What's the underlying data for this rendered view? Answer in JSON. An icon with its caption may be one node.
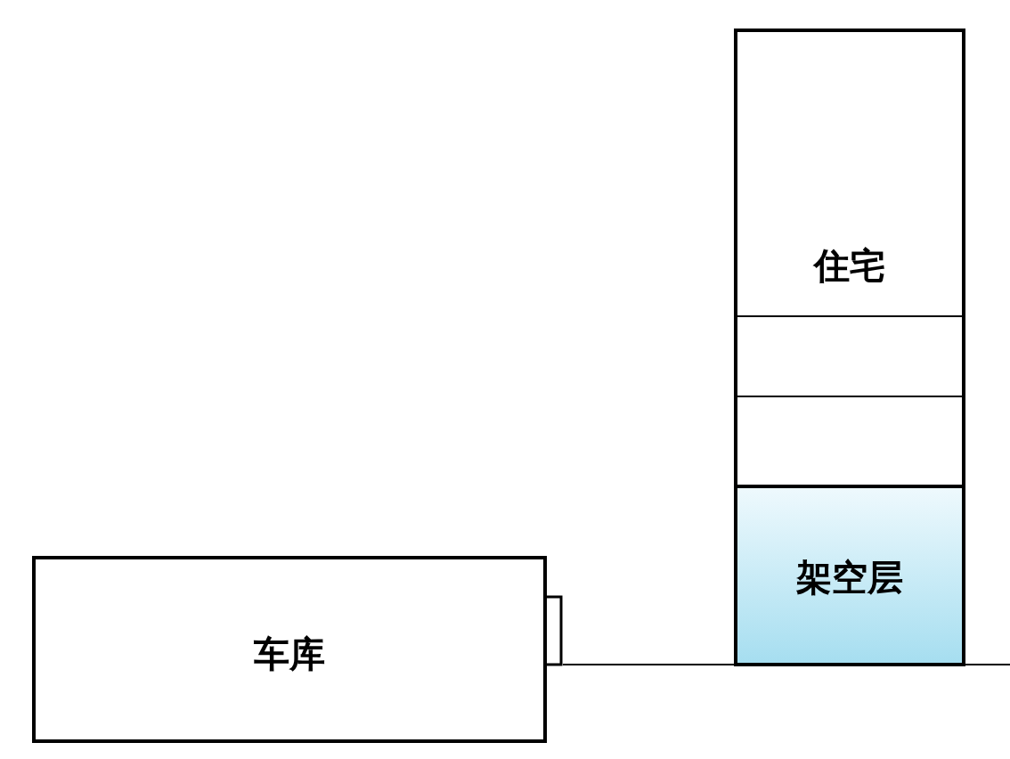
{
  "diagram": {
    "nodes": [
      {
        "text": [
          "住宅"
        ]
      },
      {
        "text": [
          "架空层"
        ]
      },
      {
        "text": [
          "车库"
        ]
      }
    ]
  }
}
